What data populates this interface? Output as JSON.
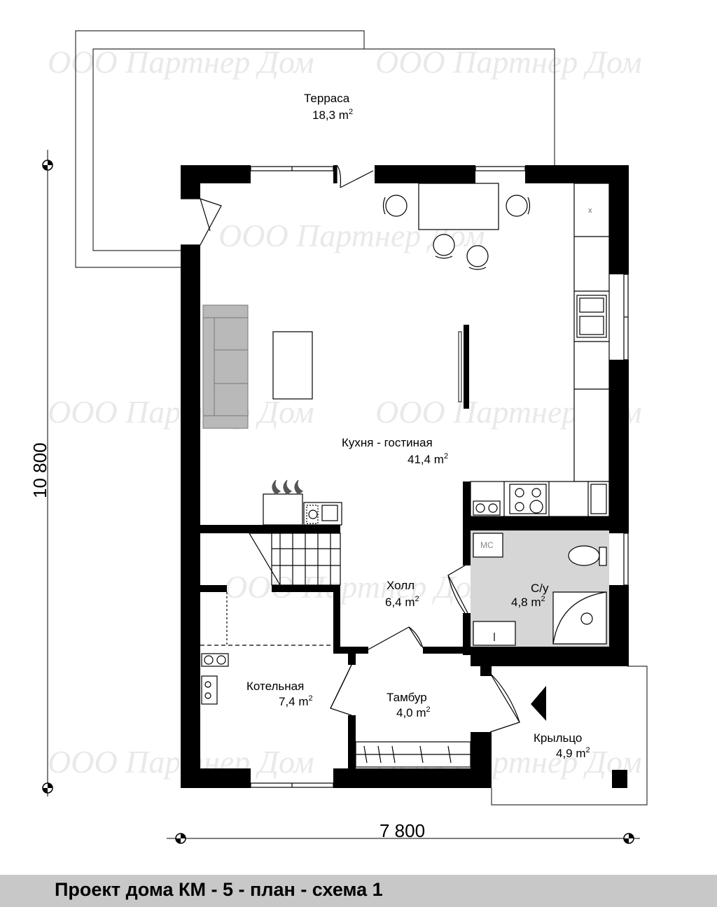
{
  "watermark": "ООО Партнер Дом",
  "rooms": [
    {
      "name": "Терраса",
      "area": "18,3 m",
      "unit_sup": "2"
    },
    {
      "name": "Кухня - гостиная",
      "area": "41,4 m",
      "unit_sup": "2"
    },
    {
      "name": "Холл",
      "area": "6,4 m",
      "unit_sup": "2"
    },
    {
      "name": "С/у",
      "area": "4,8 m",
      "unit_sup": "2"
    },
    {
      "name": "Котельная",
      "area": "7,4 m",
      "unit_sup": "2"
    },
    {
      "name": "Тамбур",
      "area": "4,0 m",
      "unit_sup": "2"
    },
    {
      "name": "Крыльцо",
      "area": "4,9 m",
      "unit_sup": "2"
    }
  ],
  "dimensions": {
    "height": "10 800",
    "width": "7 800"
  },
  "fixture_label_mc": "МС",
  "footer_title": "Проект дома КМ - 5 - план - схема 1",
  "colors": {
    "wall": "#000000",
    "bathroom_floor": "#d6d6d6",
    "footer_bg": "#c8c8c8",
    "watermark": "#e9e9e9",
    "sofa": "#b9b9b9"
  }
}
